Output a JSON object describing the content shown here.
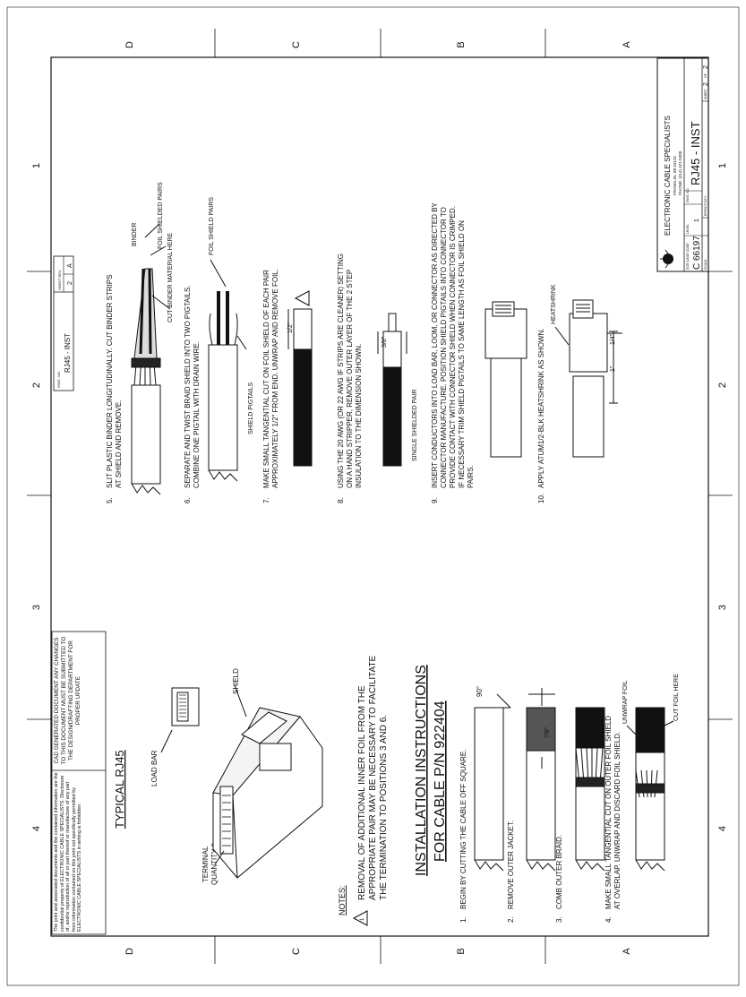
{
  "zones": {
    "letters_top": [
      "D",
      "C",
      "B",
      "A"
    ],
    "letters_bottom": [
      "D",
      "C",
      "B",
      "A"
    ],
    "numbers_left": [
      "4",
      "3",
      "2",
      "1"
    ],
    "numbers_right": [
      "4",
      "3",
      "2",
      "1"
    ]
  },
  "notice": {
    "proprietary": "The print and associated documents and the contained information are the confidential property of ELECTRONIC CABLE SPECIALISTS. Disclosure of, and/or reproduction of all or part thereof or manufacture of any part from information contained on this print not specifically permitted by ELECTRONIC CABLE SPECIALISTS in writing is forbidden.",
    "cad": "CAD GENERATED DOCUMENT ANY CHANGES TO THIS DOCUMENT MUST BE SUBMITTED TO THE DESIGN/DRAFTING DEPARTMENT FOR PROPER UPDATE"
  },
  "top_block": {
    "dwg_label": "DWG. NO.",
    "dwg_value": "RJ45 - INST",
    "sheet_label": "SHEET REV.",
    "sheet_value": "2",
    "rev_value": "A"
  },
  "typical": {
    "title": "TYPICAL RJ45",
    "load_bar": "LOAD BAR",
    "shield": "SHIELD",
    "terminal": "TERMINAL",
    "terminal_qty": "QUANTITY 8"
  },
  "notes": {
    "label": "NOTES:",
    "flag": "1",
    "line1": "REMOVAL OF ADDITIONAL INNER FOIL FROM THE",
    "line2": "APPROPRIATE PAIR MAY BE NECESSARY TO FACILITATE",
    "line3": "THE TERMINATION TO POSITIONS 3 AND 6."
  },
  "heading": {
    "line1": "INSTALLATION INSTRUCTIONS",
    "line2": "FOR CABLE P/N 922404"
  },
  "steps": [
    {
      "num": "1.",
      "lines": [
        "BEGIN BY CUTTING THE CABLE OFF SQUARE."
      ]
    },
    {
      "num": "2.",
      "lines": [
        "REMOVE OUTER JACKET."
      ]
    },
    {
      "num": "3.",
      "lines": [
        "COMB OUTER BRAID."
      ]
    },
    {
      "num": "4.",
      "lines": [
        "MAKE SMALL TANGENTIAL CUT ON OUTER FOIL SHIELD",
        "AT OVERLAP. UNWRAP AND DISCARD FOIL SHIELD."
      ]
    },
    {
      "num": "5.",
      "lines": [
        "SLIT PLASTIC BINDER LONGITUDINALLY. CUT BINDER STRIPS",
        "AT SHIELD AND REMOVE."
      ]
    },
    {
      "num": "6.",
      "lines": [
        "SEPARATE AND TWIST BRAID SHIELD INTO TWO PIGTAILS.",
        "COMBINE ONE PIGTAIL WITH DRAIN WIRE."
      ]
    },
    {
      "num": "7.",
      "lines": [
        "MAKE SMALL TANGENTIAL CUT ON FOIL SHIELD OF EACH PAIR",
        "APPROXIMATELY 1/2\" FROM END. UNWRAP AND REMOVE FOIL."
      ]
    },
    {
      "num": "8.",
      "lines": [
        "USING THE 20 AWG (OR 22 AWG IF STRIPS ARE CLEANER) SETTING",
        "ON A HAND STRIPPER, REMOVE OUTER LAYER OF THE 2 STEP",
        "INSULATION TO THE DIMENSION SHOWN."
      ]
    },
    {
      "num": "9.",
      "lines": [
        "INSERT CONDUCTORS INTO LOAD BAR, LOOM, OR CONNECTOR AS DIRECTED BY",
        "CONNECTOR MANUFACTURE. POSITION SHIELD PIGTAILS INTO CONNECTOR TO",
        "PROVIDE CONTACT WITH CONNECTOR SHIELD WHEN CONNECTOR IS CRIMPED.",
        "IF NECESSARY TRIM SHIELD PIGTAILS TO SAME LENGTH AS FOIL SHIELD ON",
        "PAIRS."
      ]
    },
    {
      "num": "10.",
      "lines": [
        "APPLY ATUM1/2-BLK HEATSHRINK AS SHOWN."
      ]
    }
  ],
  "labels": {
    "angle": "90°",
    "dim_78a": "7/8\"",
    "unwrap_foil": "UNWRAP FOIL",
    "cut_foil_here": "CUT FOIL HERE",
    "binder": "BINDER",
    "foil_shielded_pairs": "FOIL SHIELDED PAIRS",
    "cut_binder_material": "CUT BINDER MATERIAL HERE",
    "foil_shield_pairs": "FOIL SHIELD PAIRS",
    "shield_pigtails": "SHIELD PIGTAILS",
    "dim_half": "1/2\"",
    "single_shielded_pair": "SINGLE SHIELDED PAIR",
    "dim_38": "3/8\"",
    "single_shielded_pair_2": "SINGLE SHIELDED PAIR",
    "heatshrink": "HEATSHRINK",
    "dim_1": "1\"",
    "dim_14": "1/4\""
  },
  "title_block": {
    "company": "ELECTRONIC CABLE SPECIALISTS",
    "city": "FRANKLIN, WI 53132",
    "phone": "PHONE: (414) 421-5300",
    "size_label": "SIZE CAGE CODE",
    "size_value": "C 66197",
    "dwg_label": "DWG. NO.",
    "dwg_value": "RJ45 - INST",
    "level_label": "LEVEL",
    "level_value": "1",
    "scale_label": "SCALE:",
    "sheet_label": "SHEET",
    "sheet_value": "2",
    "of_label": "OF",
    "of_value": "2",
    "effectivity_label": "EFFECTIVITY:"
  }
}
